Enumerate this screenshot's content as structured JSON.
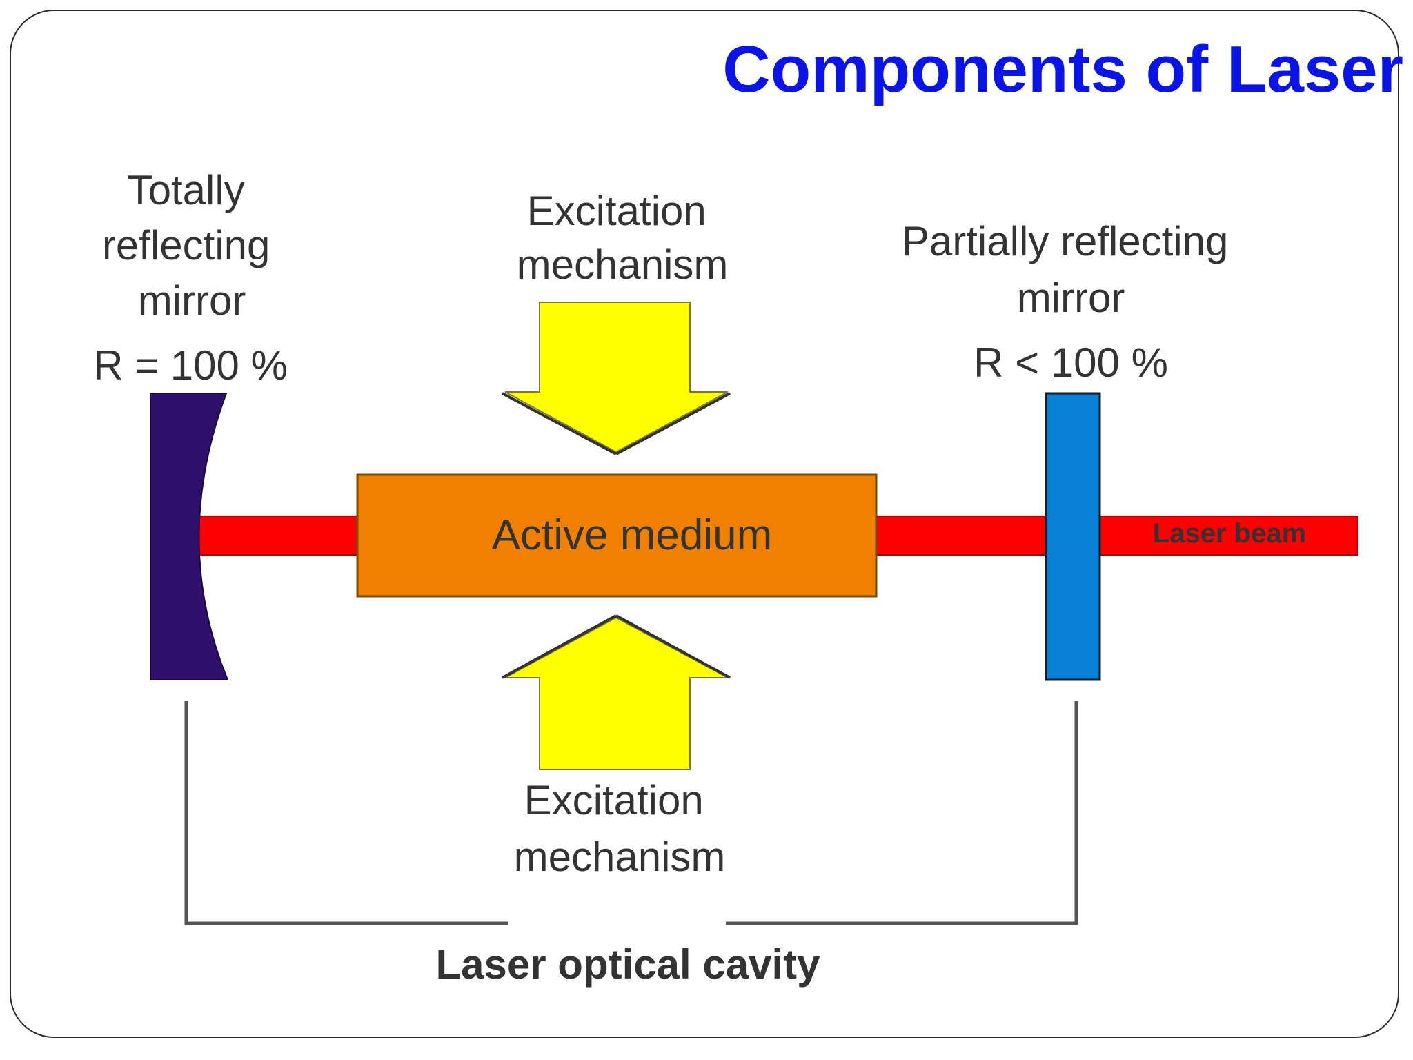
{
  "title": "Components of Laser",
  "left_mirror": {
    "label_lines": [
      "Totally",
      "reflecting",
      "mirror"
    ],
    "reflectivity": "R = 100 %"
  },
  "excitation_top": {
    "label_lines": [
      "Excitation",
      "mechanism"
    ]
  },
  "right_mirror": {
    "label_lines": [
      "Partially reflecting",
      "mirror"
    ],
    "reflectivity": "R < 100 %"
  },
  "active_medium": "Active medium",
  "laser_beam": "Laser beam",
  "excitation_bottom": {
    "label_lines": [
      "Excitation",
      "mechanism"
    ]
  },
  "cavity_label": "Laser optical cavity",
  "colors": {
    "title": "#0a14e6",
    "beam": "#ff0000",
    "active_medium": "#f08000",
    "excitation": "#ffff00",
    "left_mirror": "#2e0f6b",
    "right_mirror": "#0a7fd8",
    "bracket": "#555555"
  }
}
